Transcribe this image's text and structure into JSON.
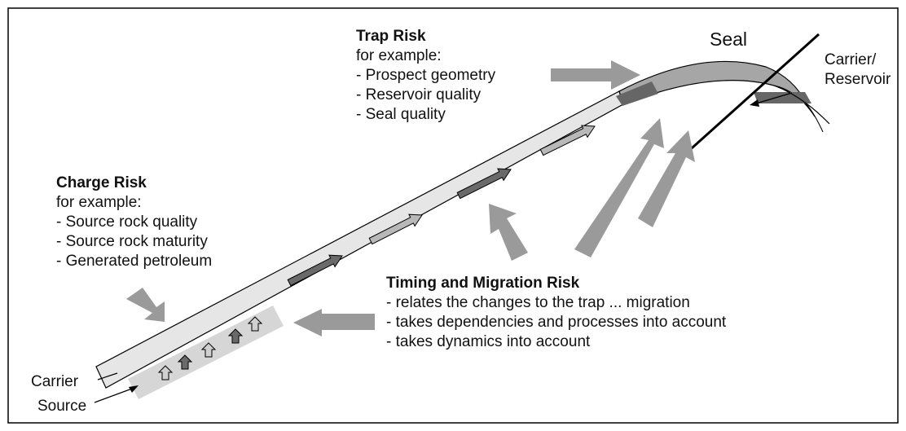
{
  "trap_risk": {
    "heading": "Trap Risk",
    "subheading": "for example:",
    "items": [
      "- Prospect geometry",
      "- Reservoir quality",
      "- Seal quality"
    ]
  },
  "charge_risk": {
    "heading": "Charge Risk",
    "subheading": "for example:",
    "items": [
      "- Source rock quality",
      "- Source rock maturity",
      "- Generated petroleum"
    ]
  },
  "timing_migration_risk": {
    "heading": "Timing and Migration Risk",
    "items": [
      "- relates the changes to the trap ... migration",
      "- takes dependencies and processes into account",
      "- takes dynamics into account"
    ]
  },
  "labels": {
    "seal": "Seal",
    "carrier_reservoir_line1": "Carrier/",
    "carrier_reservoir_line2": "Reservoir",
    "carrier": "Carrier",
    "source": "Source"
  },
  "colors": {
    "carrier_fill": "#e6e6e6",
    "reservoir_fill": "#a6a6a6",
    "source_fill": "#d6d6d6",
    "risk_arrow": "#9a9a9a",
    "dark_flow_arrow": "#6a6a6a",
    "light_flow_arrow": "#b8b8b8",
    "outline": "#000000"
  }
}
